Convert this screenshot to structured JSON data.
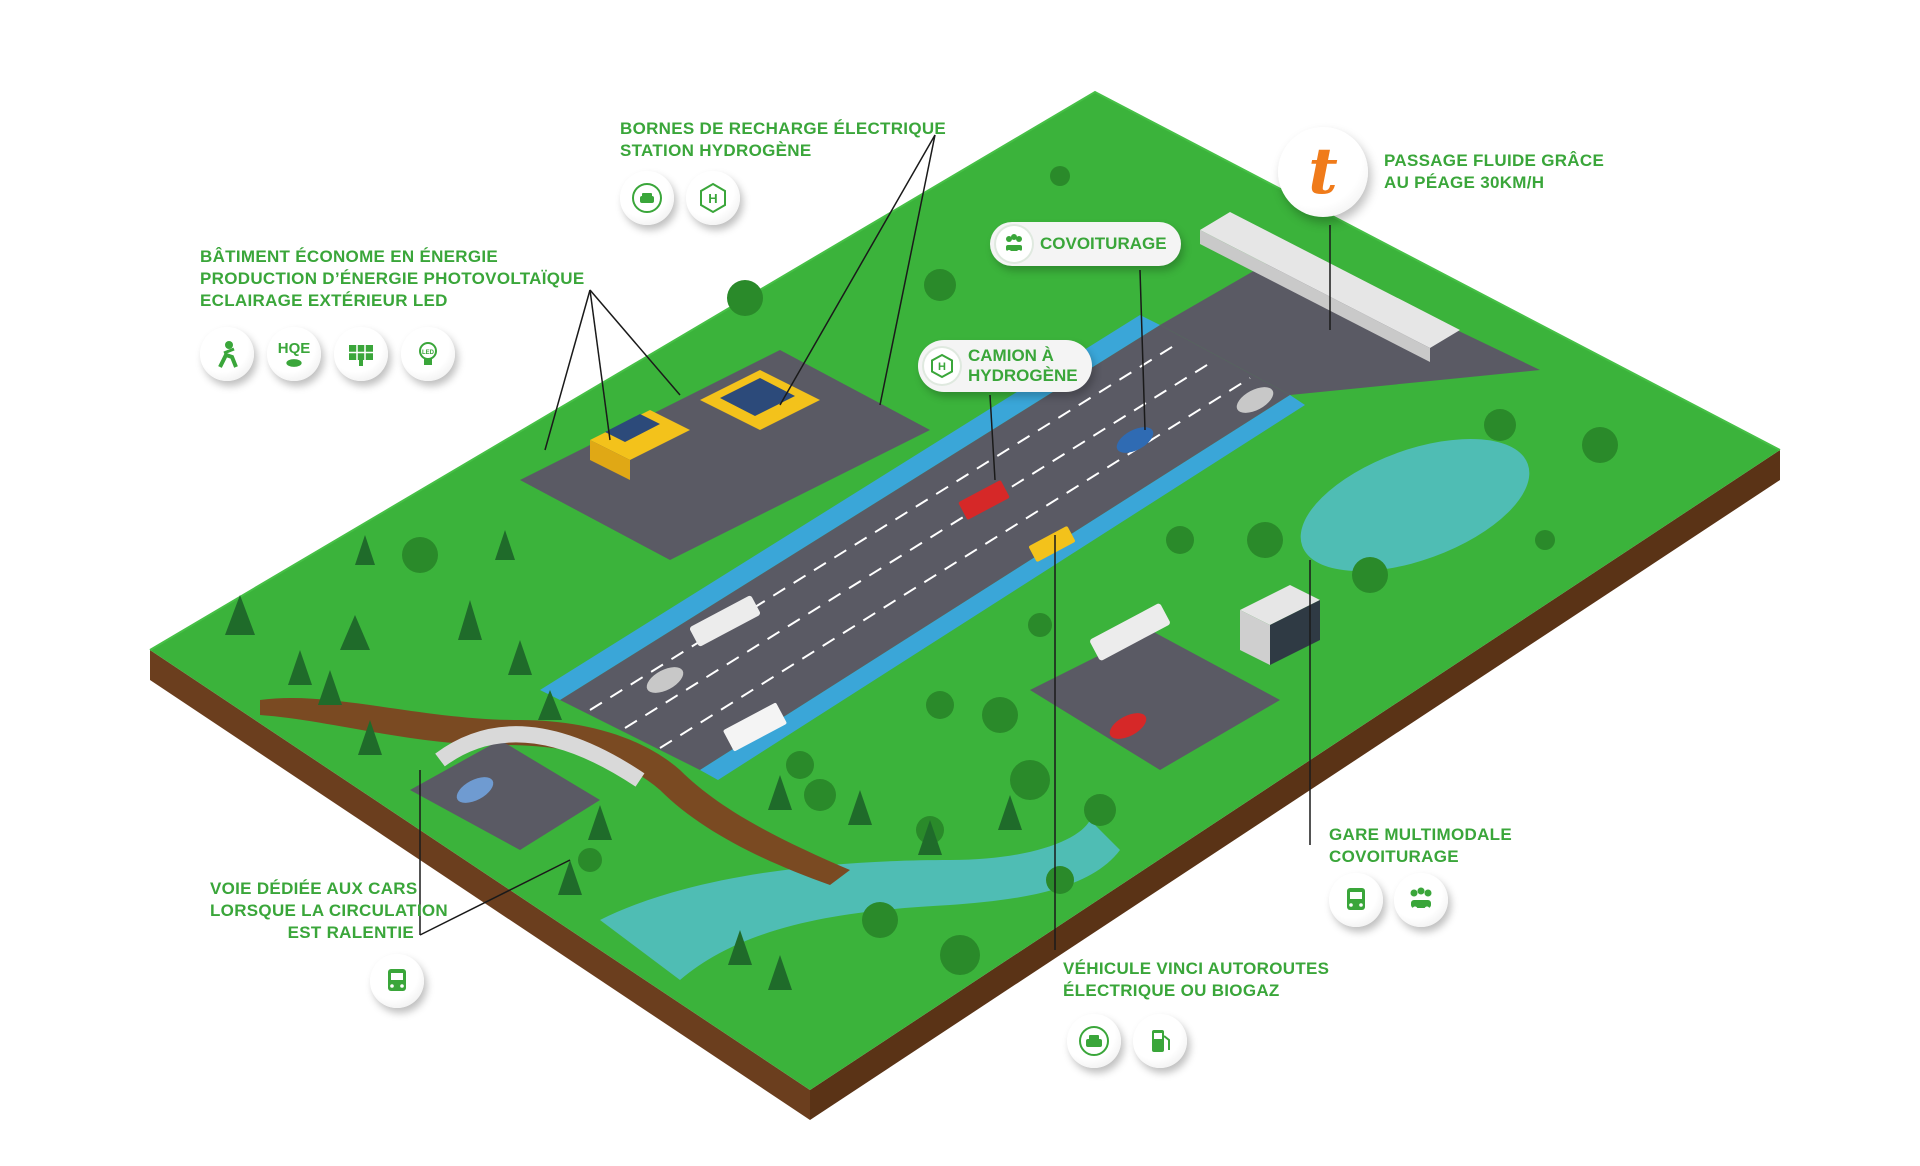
{
  "labels": {
    "charging": [
      "BORNES DE RECHARGE ÉLECTRIQUE",
      "STATION HYDROGÈNE"
    ],
    "building": [
      "BÂTIMENT ÉCONOME EN ÉNERGIE",
      "PRODUCTION D’ÉNERGIE PHOTOVOLTAÏQUE",
      "ECLAIRAGE EXTÉRIEUR LED"
    ],
    "toll": [
      "PASSAGE FLUIDE GRÂCE",
      "AU PÉAGE 30KM/H"
    ],
    "bus_lane": [
      "VOIE DÉDIÉE AUX CARS",
      "LORSQUE LA CIRCULATION",
      "EST RALENTIE"
    ],
    "multimodal": [
      "GARE MULTIMODALE",
      "COVOITURAGE"
    ],
    "vinci_vehicle": [
      "VÉHICULE VINCI AUTOROUTES",
      "ÉLECTRIQUE OU BIOGAZ"
    ]
  },
  "pills": {
    "carpool": "COVOITURAGE",
    "hydrogen_truck": [
      "CAMION À",
      "HYDROGÈNE"
    ]
  },
  "icons": {
    "charging": [
      "ev-charging-icon",
      "hydrogen-icon"
    ],
    "building": [
      "eco-person-icon",
      "hqe-icon",
      "solar-panel-icon",
      "led-bulb-icon"
    ],
    "hqe_text": "HQE",
    "led_text": "LED",
    "hydrogen_letter": "H",
    "multimodal": [
      "bus-icon",
      "carpool-icon"
    ],
    "bus_lane": [
      "bus-icon"
    ],
    "vinci_vehicle": [
      "ev-car-icon",
      "biogas-pump-icon"
    ]
  },
  "logo": {
    "letter": "t",
    "name": "toll-logo-icon"
  },
  "colors": {
    "accent_green": "#3aa63a",
    "grass": "#3bb33b",
    "road": "#5a5a64",
    "water": "#4fbdb4",
    "soil": "#6b3e1e",
    "logo_orange": "#f07b1a"
  }
}
